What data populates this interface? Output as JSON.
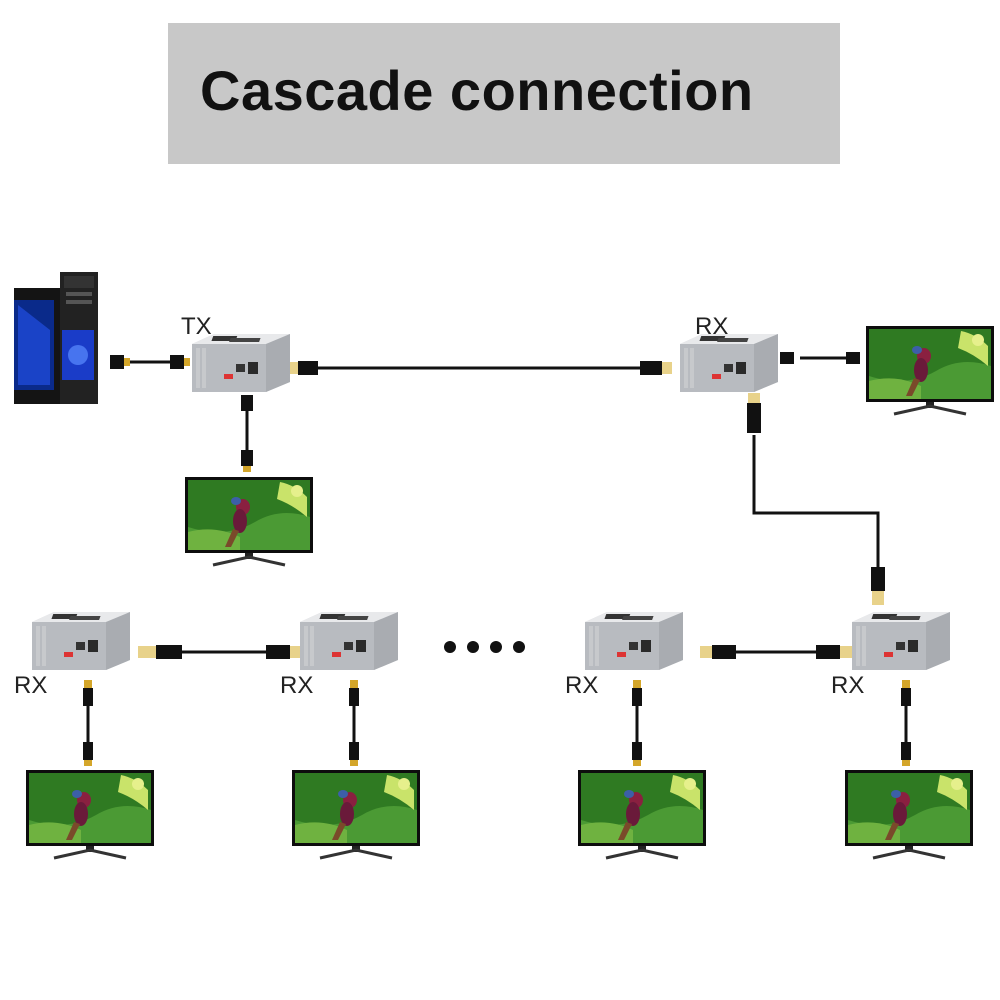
{
  "title": "Cascade connection",
  "labels": {
    "tx": "TX",
    "rx_top": "RX",
    "rx_1": "RX",
    "rx_2": "RX",
    "rx_3": "RX",
    "rx_4": "RX"
  },
  "colors": {
    "title_bg": "#c8c8c8",
    "device_body": "#b9bcc1",
    "cable": "#111111",
    "screen_green": "#3e8a2a"
  },
  "icons": [
    "computer-tower-icon",
    "hdmi-extender-icon",
    "tv-monitor-icon",
    "cat-cable-icon",
    "hdmi-cable-icon"
  ]
}
